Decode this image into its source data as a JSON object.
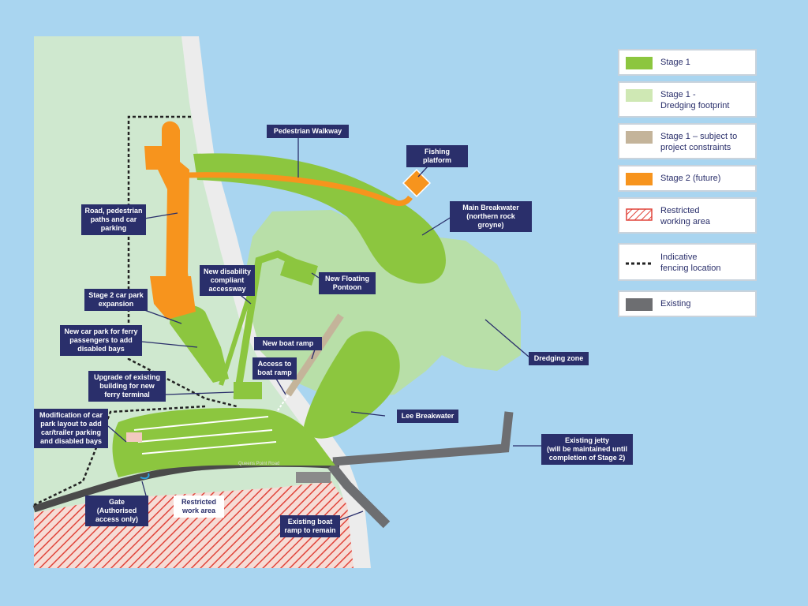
{
  "colors": {
    "water": "#a9d5f0",
    "land": "#cfe8cf",
    "beach": "#ececec",
    "stage1": "#8cc63f",
    "dredging": "#b8dfa8",
    "stage1_constraint": "#c4b49a",
    "stage2": "#f7941d",
    "restricted": "#e0443a",
    "existing": "#6d6e71",
    "callout_bg": "#2a2f6b"
  },
  "legend": [
    {
      "label": "Stage 1",
      "swatch": "stage1-fill"
    },
    {
      "label": "Stage 1 -\nDredging footprint",
      "swatch": "dredging-fill"
    },
    {
      "label": "Stage 1 – subject to\nproject constraints",
      "swatch": "constraint-fill"
    },
    {
      "label": "Stage 2 (future)",
      "swatch": "stage2-fill"
    },
    {
      "label": "Restricted\nworking area",
      "swatch": "hatched-red"
    },
    {
      "label": "Indicative\nfencing location",
      "swatch": "dashed-line"
    },
    {
      "label": "Existing",
      "swatch": "grey-fill"
    }
  ],
  "callouts": {
    "pedestrian_walkway": "Pedestrian Walkway",
    "fishing_platform": "Fishing platform",
    "main_breakwater": "Main Breakwater\n(northern rock groyne)",
    "road_paths_parking": "Road, pedestrian\npaths and car\nparking",
    "disability_accessway": "New disability\ncompliant\naccessway",
    "floating_pontoon": "New Floating\nPontoon",
    "stage2_car_park": "Stage 2 car park\nexpansion",
    "ferry_car_park": "New car park for ferry\npassengers to add\ndisabled bays",
    "new_boat_ramp": "New boat ramp",
    "access_boat_ramp": "Access to\nboat ramp",
    "dredging_zone": "Dredging zone",
    "upgrade_building": "Upgrade of existing\nbuilding for new\nferry terminal",
    "lee_breakwater": "Lee Breakwater",
    "modification_car_park": "Modification of car\npark layout to add\ncar/trailer parking\nand disabled bays",
    "existing_jetty": "Existing jetty\n(will be maintained until\ncompletion of Stage 2)",
    "gate": "Gate (Authorised\naccess only)",
    "restricted_work_area": "Restricted\nwork area",
    "existing_boat_ramp": "Existing boat\nramp to remain"
  },
  "road_name": "Queens Point Road"
}
